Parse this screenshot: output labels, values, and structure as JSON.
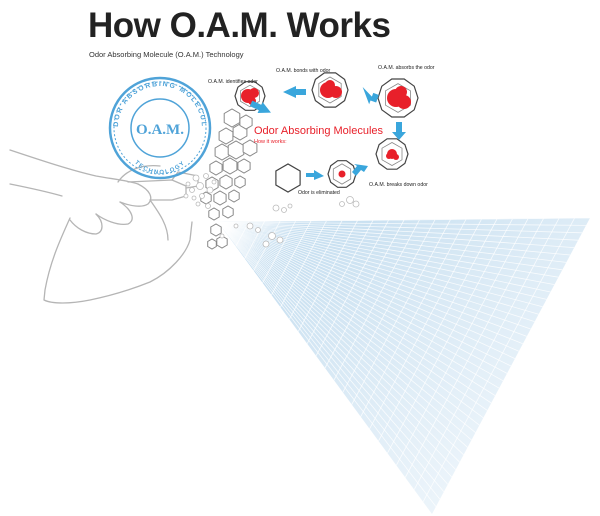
{
  "title": "How O.A.M. Works",
  "subtitle": "Odor Absorbing Molecule (O.A.M.) Technology",
  "stamp": {
    "ring_text_top": "ODOR ABSORBING MOLECULE",
    "ring_text_bottom": "TECHNOLOGY",
    "center_text": "O.A.M."
  },
  "cycle": {
    "heading": "Odor Absorbing Molecules",
    "subheading": "How it works:",
    "steps": {
      "identifies": "O.A.M. identifies odor",
      "bonds": "O.A.M. bonds with odor",
      "absorbs": "O.A.M. absorbs the odor",
      "breaks": "O.A.M. breaks down odor",
      "eliminated": "Odor is eliminated"
    }
  },
  "colors": {
    "accent_red": "#e8202a",
    "arrow_blue": "#3aa6dc",
    "spray_blue": "#cfe3f1",
    "stamp_blue": "#4fa3d8",
    "outline_gray": "#999999"
  },
  "icons": [
    "spray-bottle-icon",
    "hand-icon",
    "stamp-seal-icon",
    "hexagon-molecule-icon",
    "arrow-icon"
  ]
}
